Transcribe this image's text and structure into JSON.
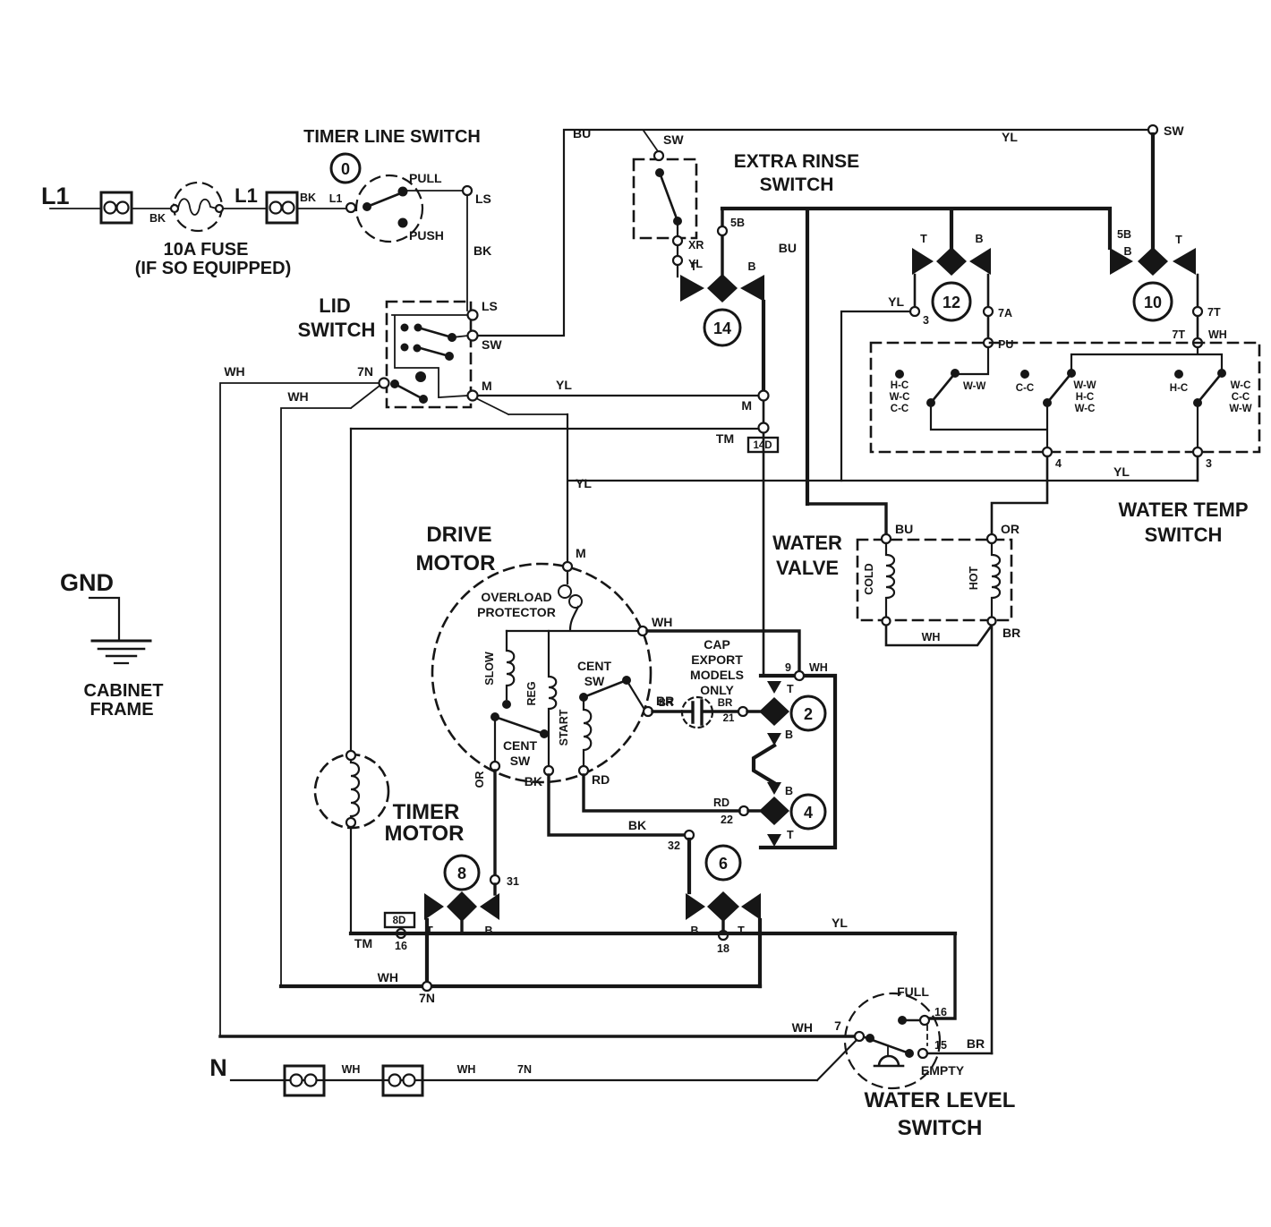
{
  "power_input": {
    "l1_main": "L1",
    "bk_1": "BK",
    "fuse_line1": "10A FUSE",
    "fuse_line2": "(IF SO EQUIPPED)",
    "l1_mid": "L1",
    "bk_2": "BK",
    "l1_terminal": "L1"
  },
  "timer_line_switch": {
    "title": "TIMER LINE SWITCH",
    "cam": "0",
    "pull": "PULL",
    "push": "PUSH",
    "ls": "LS",
    "bk": "BK"
  },
  "lid_switch": {
    "title1": "LID",
    "title2": "SWITCH",
    "ls": "LS",
    "sw": "SW",
    "m": "M",
    "n7": "7N",
    "wh_upper": "WH",
    "wh_lower": "WH",
    "yl_right": "YL",
    "yl_down": "YL"
  },
  "sw_line": {
    "bu": "BU",
    "sw": "SW",
    "yl": "YL",
    "sw_right": "SW"
  },
  "extra_rinse_switch": {
    "title1": "EXTRA RINSE",
    "title2": "SWITCH",
    "xr": "XR",
    "yl": "YL",
    "b5": "5B",
    "bu": "BU",
    "t": "T",
    "b": "B",
    "num": "14"
  },
  "m_bus": {
    "m": "M",
    "tm": "TM",
    "tag": "14D"
  },
  "connector_12": {
    "num": "12",
    "t": "T",
    "b": "B",
    "yl": "YL",
    "t3": "3",
    "t7a": "7A",
    "pu": "PU"
  },
  "connector_10": {
    "num": "10",
    "b5": "5B",
    "b": "B",
    "t": "T",
    "t7t": "7T",
    "t7t2": "7T",
    "wh": "WH"
  },
  "water_temp_switch": {
    "title1": "WATER TEMP",
    "title2": "SWITCH",
    "sw1_pos": [
      "H-C",
      "W-C",
      "C-C"
    ],
    "sw1_contact": "W-W",
    "sw2_common": "C-C",
    "sw2_pos": [
      "W-W",
      "H-C",
      "W-C"
    ],
    "sw3_common": "H-C",
    "sw3_pos": [
      "W-C",
      "C-C",
      "W-W"
    ],
    "t4": "4",
    "t3": "3",
    "yl": "YL"
  },
  "water_valve": {
    "title1": "WATER",
    "title2": "VALVE",
    "bu": "BU",
    "or": "OR",
    "cold": "COLD",
    "hot": "HOT",
    "wh": "WH",
    "br": "BR"
  },
  "drive_motor": {
    "title1": "DRIVE",
    "title2": "MOTOR",
    "m": "M",
    "overload1": "OVERLOAD",
    "overload2": "PROTECTOR",
    "wh": "WH",
    "slow": "SLOW",
    "reg": "REG",
    "start": "START",
    "cent1_1": "CENT",
    "cent1_2": "SW",
    "cent2_1": "CENT",
    "cent2_2": "SW",
    "br": "BR",
    "or": "OR",
    "bk": "BK",
    "rd": "RD"
  },
  "capacitor": {
    "line1": "CAP",
    "line2": "EXPORT",
    "line3": "MODELS",
    "line4": "ONLY",
    "br_left": "BR",
    "br_right": "BR",
    "t21": "21"
  },
  "connector_2": {
    "num": "2",
    "t9": "9",
    "wh": "WH",
    "t": "T",
    "b": "B"
  },
  "connector_4": {
    "num": "4",
    "b": "B",
    "t": "T",
    "rd": "RD",
    "t22": "22"
  },
  "connector_6": {
    "num": "6",
    "b": "B",
    "t": "T",
    "bk": "BK",
    "t32": "32",
    "t18": "18"
  },
  "connector_8": {
    "num": "8",
    "t": "T",
    "b": "B",
    "t31": "31",
    "t16": "16",
    "tag": "8D"
  },
  "timer_motor": {
    "title1": "TIMER",
    "title2": "MOTOR",
    "tm": "TM"
  },
  "bottom_wires": {
    "yl": "YL",
    "wh": "WH",
    "n7": "7N",
    "wh2": "WH",
    "t7": "7"
  },
  "neutral_line": {
    "n": "N",
    "wh1": "WH",
    "wh2": "WH",
    "n7": "7N"
  },
  "water_level_switch": {
    "title1": "WATER LEVEL",
    "title2": "SWITCH",
    "full": "FULL",
    "empty": "EMPTY",
    "t16": "16",
    "t15": "15",
    "br": "BR"
  },
  "ground": {
    "gnd": "GND",
    "frame1": "CABINET",
    "frame2": "FRAME"
  }
}
